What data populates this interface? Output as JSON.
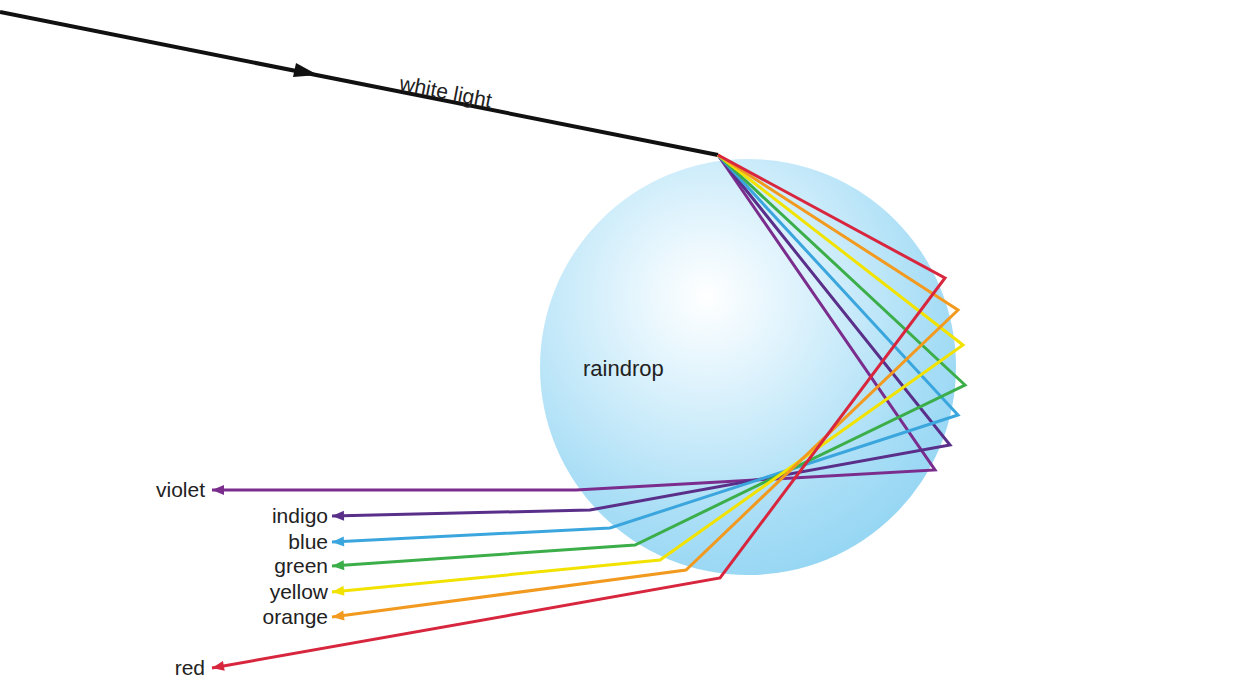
{
  "diagram": {
    "nodes": [
      {
        "text": [
          "raindrop"
        ]
      }
    ],
    "labels": [
      "white light",
      "violet",
      "indigo",
      "blue",
      "green",
      "yellow",
      "orange",
      "red"
    ]
  }
}
